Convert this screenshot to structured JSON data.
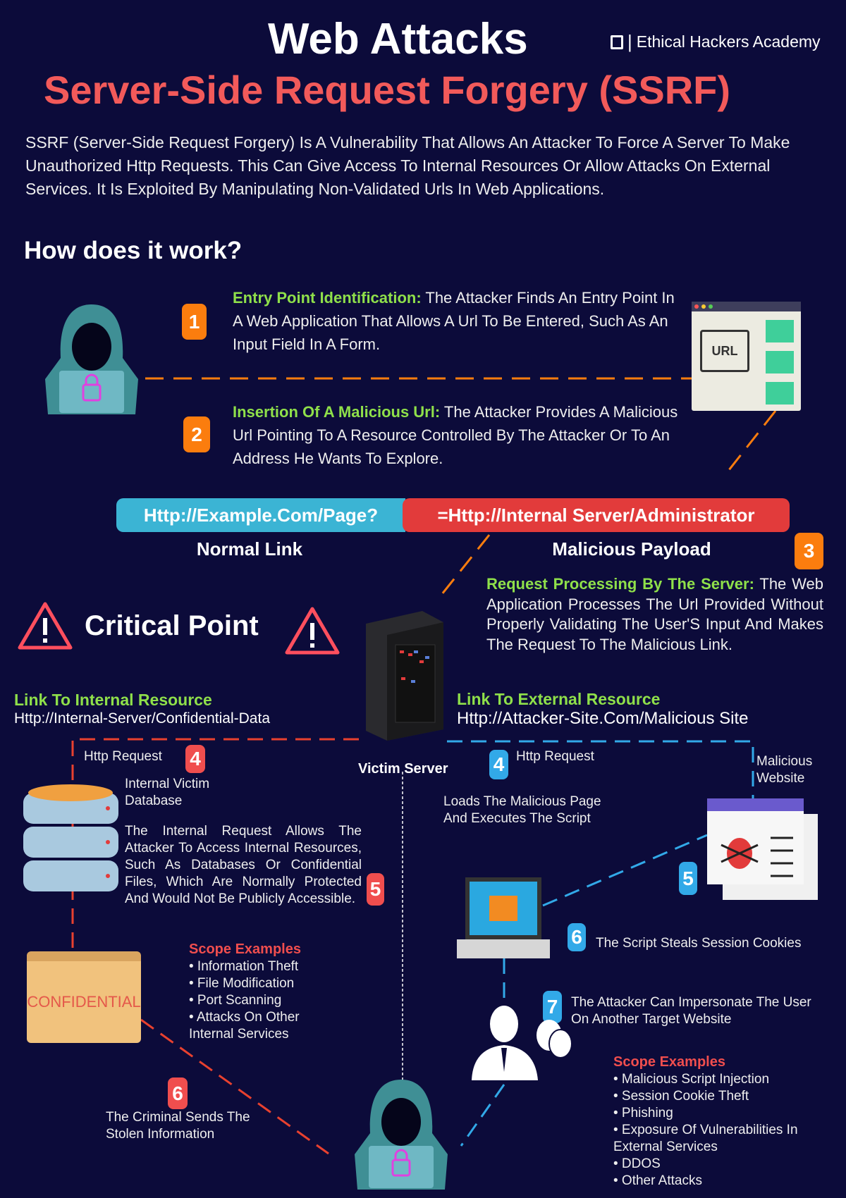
{
  "header": {
    "title": "Web Attacks",
    "brand": "Ethical Hackers Academy",
    "subtitle": "Server-Side Request Forgery (SSRF)",
    "intro": "SSRF (Server-Side Request Forgery) Is A Vulnerability That Allows An Attacker To Force A Server To Make Unauthorized Http Requests. This Can Give Access To Internal Resources Or Allow Attacks On External Services. It Is Exploited By Manipulating Non-Validated Urls In Web Applications.",
    "how": "How does it work?"
  },
  "steps": {
    "s1": {
      "num": "1",
      "title": "Entry Point Identification:",
      "text": " The Attacker Finds An Entry Point In A Web Application That Allows A Url To Be Entered, Such As An Input Field In A Form."
    },
    "s2": {
      "num": "2",
      "title": "Insertion Of A Malicious Url:",
      "text": " The Attacker Provides A Malicious Url Pointing To A Resource Controlled By The Attacker Or To An Address He Wants To Explore."
    },
    "s3": {
      "num": "3",
      "title": "Request Processing By The Server:",
      "text": " The Web Application Processes The Url Provided Without Properly Validating The User'S Input And Makes The Request To The Malicious Link."
    }
  },
  "url": {
    "normal": "Http://Example.Com/Page?",
    "payload": "=Http://Internal Server/Administrator",
    "normal_label": "Normal Link",
    "payload_label": "Malicious Payload",
    "icon_text": "URL"
  },
  "critical": "Critical Point",
  "internal": {
    "title": "Link To Internal Resource",
    "url": "Http://Internal-Server/Confidential-Data",
    "req": "Http Request",
    "n4": "4",
    "db": "Internal Victim Database",
    "desc": "The Internal Request Allows The Attacker To Access Internal Resources, Such As Databases Or Confidential Files, Which Are Normally Protected And Would Not Be Publicly Accessible.",
    "n5": "5",
    "folder": "CONFIDENTIAL",
    "scope_title": "Scope Examples",
    "scope": [
      "• Information Theft",
      "• File Modification",
      "• Port Scanning",
      "• Attacks On Other Internal Services"
    ],
    "n6": "6",
    "send": "The Criminal Sends The Stolen Information"
  },
  "server": "Victim Server",
  "external": {
    "title": "Link To External Resource",
    "url": "Http://Attacker-Site.Com/Malicious Site",
    "req": "Http Request",
    "n4": "4",
    "site": "Malicious Website",
    "loads": "Loads The Malicious Page And Executes The Script",
    "n5": "5",
    "n6": "6",
    "steal": "The Script Steals Session Cookies",
    "n7": "7",
    "imp": "The Attacker Can Impersonate The User On Another Target Website",
    "scope_title": "Scope Examples",
    "scope": [
      "• Malicious Script Injection",
      "• Session Cookie Theft",
      "• Phishing",
      "• Exposure Of Vulnerabilities In External Services",
      "• DDOS",
      "• Other Attacks"
    ]
  }
}
